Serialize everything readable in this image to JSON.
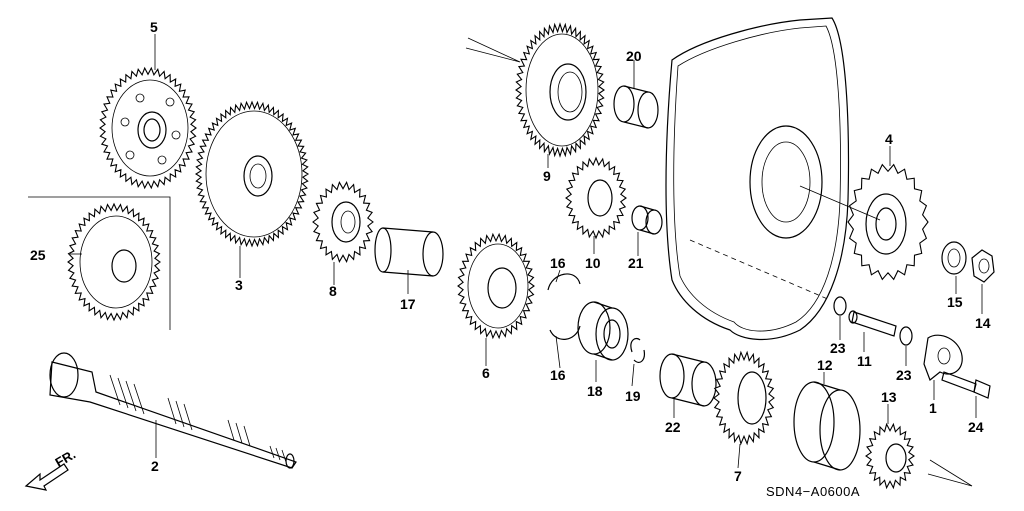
{
  "diagram_code": "SDN4−A0600A",
  "front_indicator": "FR.",
  "parts": [
    {
      "id": "p1",
      "label": "1"
    },
    {
      "id": "p2",
      "label": "2"
    },
    {
      "id": "p3",
      "label": "3"
    },
    {
      "id": "p4",
      "label": "4"
    },
    {
      "id": "p5",
      "label": "5"
    },
    {
      "id": "p6",
      "label": "6"
    },
    {
      "id": "p7",
      "label": "7"
    },
    {
      "id": "p8",
      "label": "8"
    },
    {
      "id": "p9",
      "label": "9"
    },
    {
      "id": "p10",
      "label": "10"
    },
    {
      "id": "p11",
      "label": "11"
    },
    {
      "id": "p12",
      "label": "12"
    },
    {
      "id": "p13",
      "label": "13"
    },
    {
      "id": "p14",
      "label": "14"
    },
    {
      "id": "p15",
      "label": "15"
    },
    {
      "id": "p16a",
      "label": "16"
    },
    {
      "id": "p16b",
      "label": "16"
    },
    {
      "id": "p17",
      "label": "17"
    },
    {
      "id": "p18",
      "label": "18"
    },
    {
      "id": "p19",
      "label": "19"
    },
    {
      "id": "p20",
      "label": "20"
    },
    {
      "id": "p21",
      "label": "21"
    },
    {
      "id": "p22",
      "label": "22"
    },
    {
      "id": "p23a",
      "label": "23"
    },
    {
      "id": "p23b",
      "label": "23"
    },
    {
      "id": "p24",
      "label": "24"
    },
    {
      "id": "p25",
      "label": "25"
    }
  ]
}
